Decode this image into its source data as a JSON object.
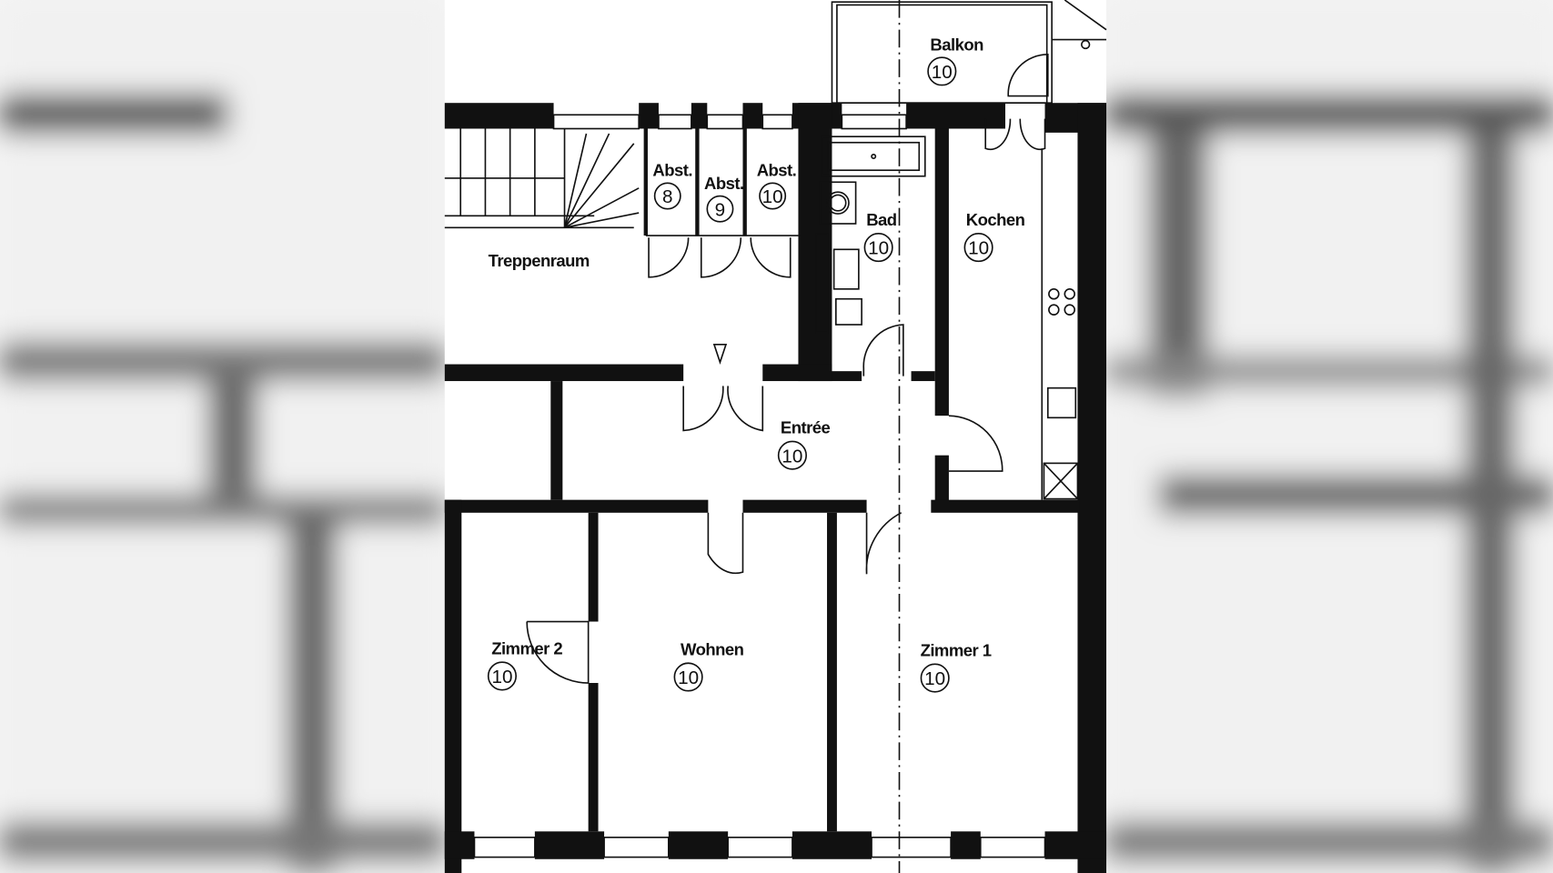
{
  "plan": {
    "rooms": [
      {
        "name": "Balkon",
        "number": "10"
      },
      {
        "name": "Abst.",
        "number": "8"
      },
      {
        "name": "Abst.",
        "number": "9"
      },
      {
        "name": "Abst.",
        "number": "10"
      },
      {
        "name": "Bad",
        "number": "10"
      },
      {
        "name": "Kochen",
        "number": "10"
      },
      {
        "name": "Treppenraum"
      },
      {
        "name": "Entrée",
        "number": "10"
      },
      {
        "name": "Zimmer 2",
        "number": "10"
      },
      {
        "name": "Wohnen",
        "number": "10"
      },
      {
        "name": "Zimmer 1",
        "number": "10"
      }
    ]
  },
  "colors": {
    "wall": "#111111",
    "paper": "#ffffff"
  }
}
